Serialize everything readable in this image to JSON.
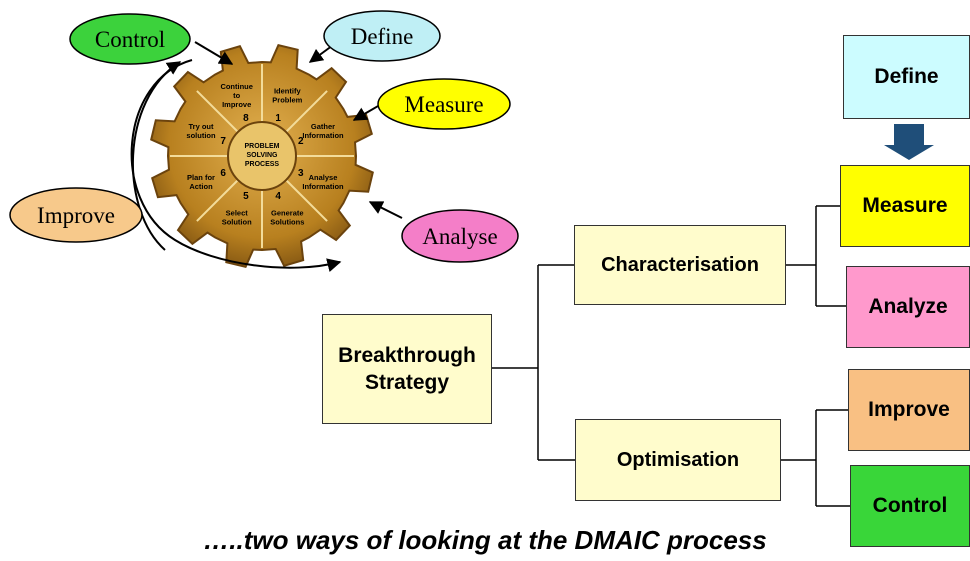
{
  "ovals": {
    "control": {
      "label": "Control",
      "color": "#3cd23c"
    },
    "define": {
      "label": "Define",
      "color": "#bfeff5"
    },
    "measure": {
      "label": "Measure",
      "color": "#ffff00"
    },
    "analyse": {
      "label": "Analyse",
      "color": "#f47ec8"
    },
    "improve": {
      "label": "Improve",
      "color": "#f7c98b"
    }
  },
  "gear": {
    "center": [
      "PROBLEM",
      "SOLVING",
      "PROCESS"
    ],
    "steps": [
      {
        "num": "1",
        "label": [
          "Identify",
          "Problem"
        ]
      },
      {
        "num": "2",
        "label": [
          "Gather",
          "Information"
        ]
      },
      {
        "num": "3",
        "label": [
          "Analyse",
          "Information"
        ]
      },
      {
        "num": "4",
        "label": [
          "Generate",
          "Solutions"
        ]
      },
      {
        "num": "5",
        "label": [
          "Select",
          "Solution"
        ]
      },
      {
        "num": "6",
        "label": [
          "Plan for",
          "Action"
        ]
      },
      {
        "num": "7",
        "label": [
          "Try out",
          "solution"
        ]
      },
      {
        "num": "8",
        "label": [
          "Continue",
          "to",
          "Improve"
        ]
      }
    ]
  },
  "tree": {
    "root": "Breakthrough Strategy",
    "characterisation": "Characterisation",
    "optimisation": "Optimisation",
    "define": "Define",
    "measure": "Measure",
    "analyze": "Analyze",
    "improve": "Improve",
    "control": "Control"
  },
  "colors": {
    "define": "#ccfcff",
    "measure": "#ffff00",
    "analyze": "#ff99cc",
    "improve": "#f9c083",
    "control": "#39d639",
    "branch": "#fffccc",
    "arrow": "#1f4e79",
    "gear": "#c8902a"
  },
  "caption": "…..two ways of looking at the DMAIC process"
}
